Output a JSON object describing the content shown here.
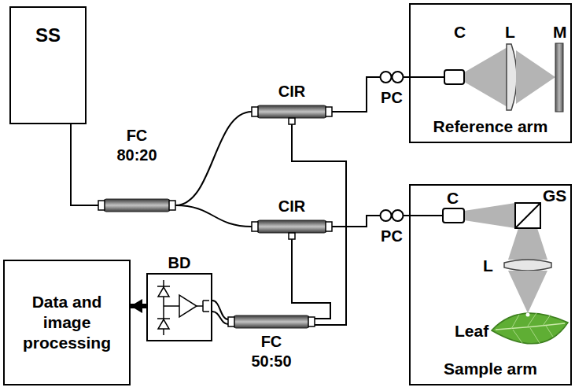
{
  "diagram": {
    "nodes": [
      {
        "text": [
          "SS"
        ]
      },
      {
        "text": [
          "Reference arm"
        ]
      },
      {
        "text": [
          "FC 80:20"
        ]
      },
      {
        "text": [
          "CIR"
        ]
      },
      {
        "text": [
          "PC"
        ]
      },
      {
        "text": [
          "CIR"
        ]
      },
      {
        "text": [
          "PC"
        ]
      },
      {
        "text": [
          "Sample arm"
        ]
      },
      {
        "text": [
          "Data and image processing"
        ]
      },
      {
        "text": [
          "BD"
        ]
      },
      {
        "text": [
          "FC 50:50"
        ]
      }
    ],
    "edges": [
      {
        "from": 0,
        "to": 2,
        "arrow": "none"
      },
      {
        "from": 2,
        "to": 3,
        "arrow": "none"
      },
      {
        "from": 2,
        "to": 5,
        "arrow": "none"
      },
      {
        "from": 3,
        "to": 4,
        "arrow": "none"
      },
      {
        "from": 4,
        "to": 1,
        "arrow": "none"
      },
      {
        "from": 5,
        "to": 6,
        "arrow": "none"
      },
      {
        "from": 6,
        "to": 7,
        "arrow": "none"
      },
      {
        "from": 3,
        "to": 10,
        "arrow": "none"
      },
      {
        "from": 5,
        "to": 10,
        "arrow": "none"
      },
      {
        "from": 10,
        "to": 9,
        "arrow": "none"
      },
      {
        "from": 9,
        "to": 8,
        "arrow": "to"
      }
    ],
    "labels": [
      "C",
      "L",
      "M",
      "C",
      "GS",
      "L",
      "Leaf"
    ]
  }
}
